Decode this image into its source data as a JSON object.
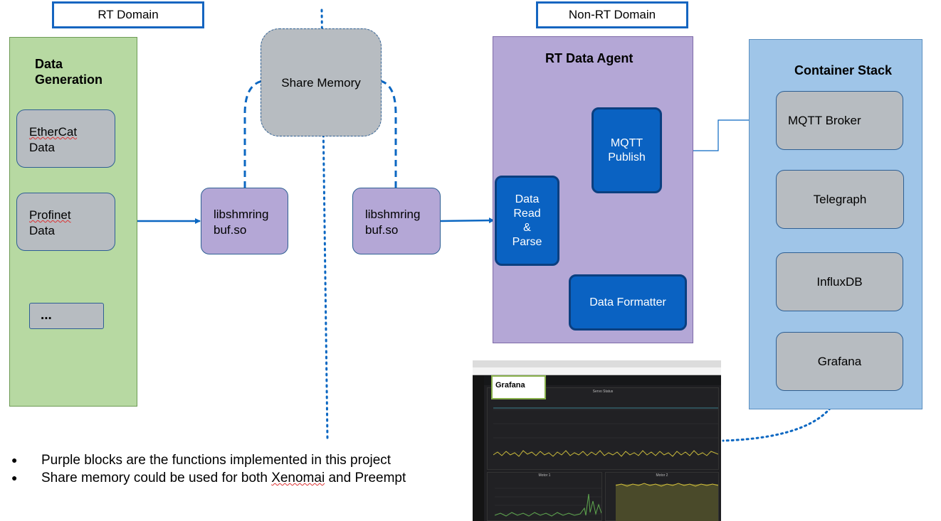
{
  "domains": {
    "rt": "RT Domain",
    "non_rt": "Non-RT Domain"
  },
  "data_generation": {
    "title_line1": "Data",
    "title_line2": "Generation",
    "ethercat_line1": "EtherCat",
    "ethercat_line2": "Data",
    "profinet_line1": "Profinet",
    "profinet_line2": "Data",
    "more": "..."
  },
  "share_memory": "Share Memory",
  "lib_left": {
    "line1": "libshmring",
    "line2": "buf.so"
  },
  "lib_right": {
    "line1": "libshmring",
    "line2": "buf.so"
  },
  "rt_agent": {
    "title": "RT Data Agent",
    "read_line1": "Data",
    "read_line2": "Read",
    "read_line3": "&",
    "read_line4": "Parse",
    "publish_line1": "MQTT",
    "publish_line2": "Publish",
    "formatter": "Data Formatter"
  },
  "container_stack": {
    "title": "Container Stack",
    "mqtt_broker": "MQTT Broker",
    "telegraph": "Telegraph",
    "influxdb": "InfluxDB",
    "grafana": "Grafana"
  },
  "grafana_screenshot": {
    "label": "Grafana",
    "panel1_title": "Servo Status",
    "panel2_title": "Motor 1",
    "panel3_title": "Motor 2"
  },
  "notes": {
    "bullet": "●",
    "line1": "Purple blocks are the functions implemented in this project",
    "line2_before": "Share memory could be used for both ",
    "line2_word": "Xenomai",
    "line2_after": " and Preempt"
  },
  "colors": {
    "accent_blue": "#1565c0",
    "connector_blue": "#0b67c2",
    "green_panel": "#b7d9a2",
    "purple": "#b4a7d6",
    "blue_panel": "#9fc5e8",
    "gray_box": "#b7bcc1",
    "dark_blue_box": "#0a62c2"
  }
}
